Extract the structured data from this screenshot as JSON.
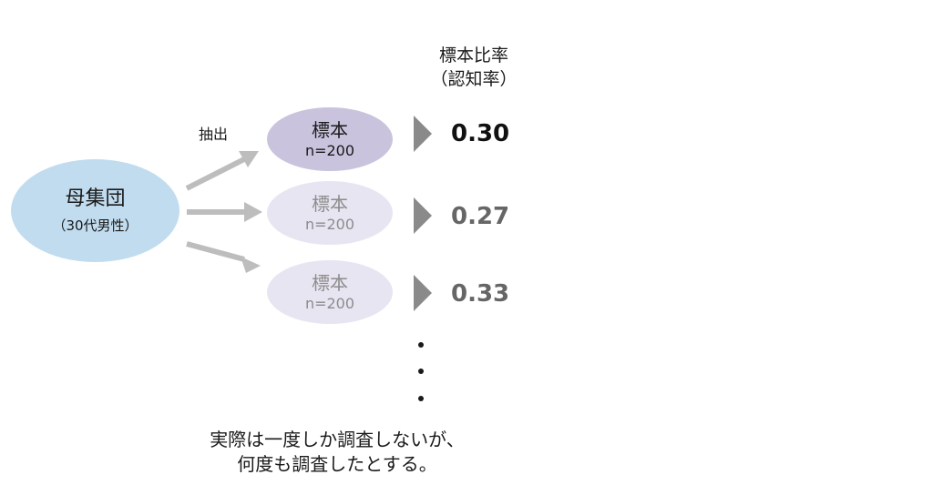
{
  "header": {
    "line1": "標本比率",
    "line2": "（認知率）"
  },
  "extract_label": "抽出",
  "population": {
    "title": "母集団",
    "subtitle": "（30代男性）"
  },
  "samples": [
    {
      "title": "標本",
      "size": "n=200",
      "ratio": "0.30"
    },
    {
      "title": "標本",
      "size": "n=200",
      "ratio": "0.27"
    },
    {
      "title": "標本",
      "size": "n=200",
      "ratio": "0.33"
    }
  ],
  "note": {
    "line1": "実際は一度しか調査しないが、",
    "line2": "何度も調査したとする。"
  },
  "colors": {
    "population_fill": "#c1dcef",
    "sample_active_fill": "#c9c3dd",
    "sample_faded_fill": "#e8e5f2",
    "arrow_gray": "#bdbdbd",
    "triangle_gray": "#8a8a8a"
  }
}
